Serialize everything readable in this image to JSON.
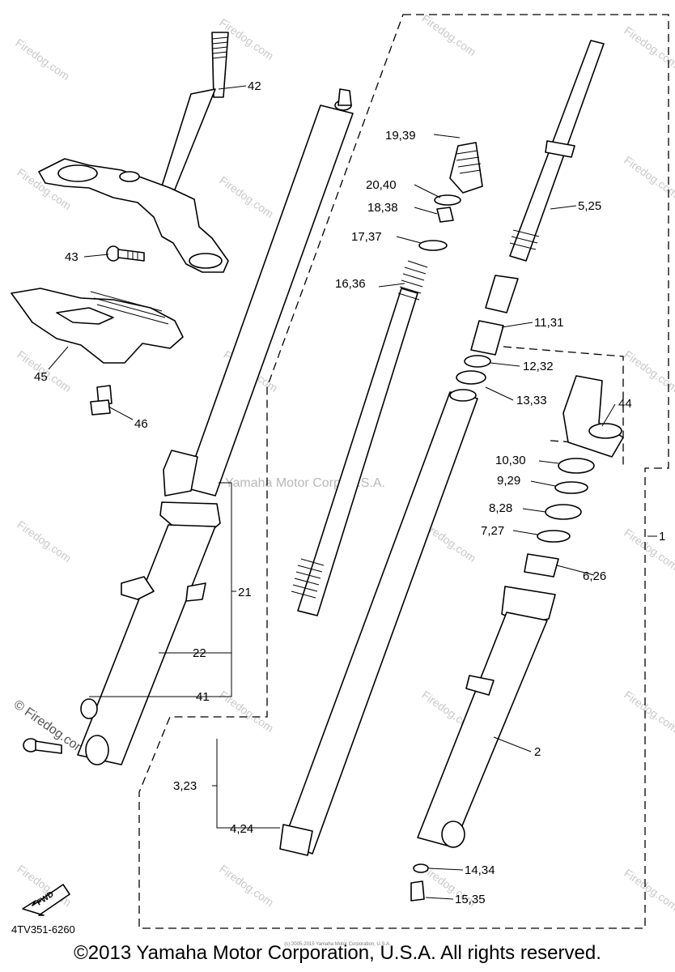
{
  "diagram": {
    "watermark_center": "Yamaha Motor Corp. U.S.A.",
    "watermark_repeat": "Firedog.com",
    "watermark_copyright": "© Firedog.com",
    "diagram_code": "4TV351-6260",
    "fwd_label": "FWD",
    "callouts": {
      "c1": "1",
      "c2": "2",
      "c3_23": "3,23",
      "c4_24": "4,24",
      "c5_25": "5,25",
      "c6_26": "6,26",
      "c7_27": "7,27",
      "c8_28": "8,28",
      "c9_29": "9,29",
      "c10_30": "10,30",
      "c11_31": "11,31",
      "c12_32": "12,32",
      "c13_33": "13,33",
      "c14_34": "14,34",
      "c15_35": "15,35",
      "c16_36": "16,36",
      "c17_37": "17,37",
      "c18_38": "18,38",
      "c19_39": "19,39",
      "c20_40": "20,40",
      "c21": "21",
      "c22": "22",
      "c41": "41",
      "c42": "42",
      "c43": "43",
      "c44": "44",
      "c45": "45",
      "c46": "46"
    }
  },
  "footer": {
    "copyright": "©2013 Yamaha Motor Corporation, U.S.A. All rights reserved.",
    "small_print": "(c) 2005-2015 Yamaha Motor Corporation, U.S.A."
  }
}
